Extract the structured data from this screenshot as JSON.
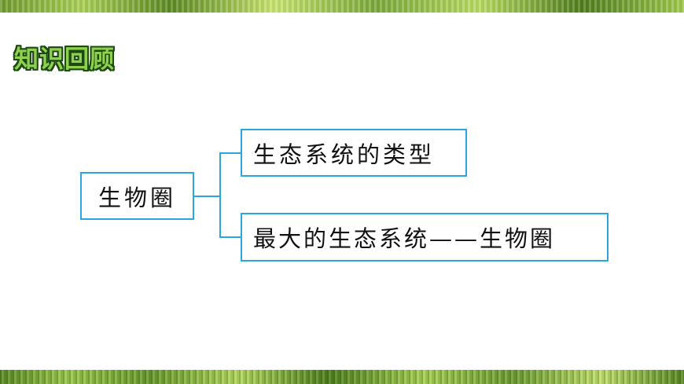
{
  "title": "知识回顾",
  "mindmap": {
    "root": "生物圈",
    "branches": [
      {
        "label": "生态系统的类型"
      },
      {
        "label": "最大的生态系统——生物圈"
      }
    ]
  },
  "colors": {
    "box_border": "#2aa7e0",
    "title_fill": "#8fd14f",
    "title_outline": "#1d4a12",
    "grass_band": "#7aa83a"
  }
}
